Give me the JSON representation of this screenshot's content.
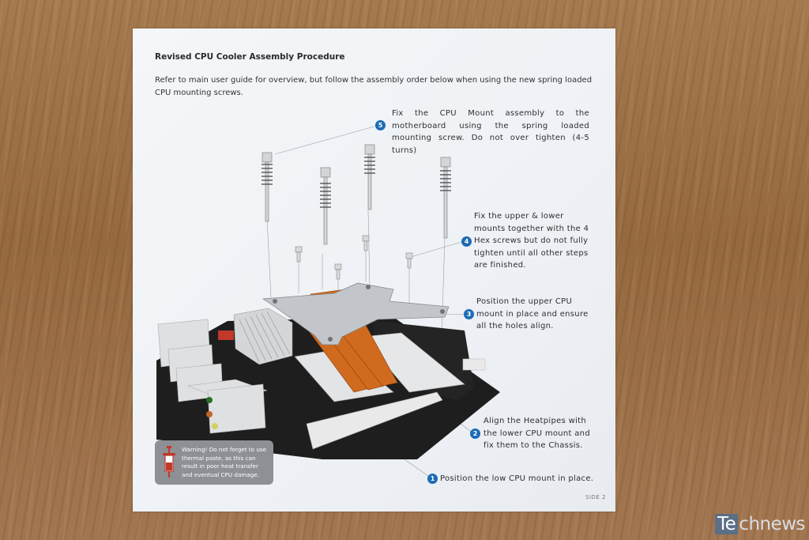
{
  "document": {
    "title": "Revised CPU Cooler Assembly Procedure",
    "intro": "Refer to main user guide for overview, but follow the assembly order below when using the new spring loaded CPU mounting screws.",
    "steps": [
      {
        "number": "5",
        "text": "Fix the CPU Mount assembly to the motherboard using the spring loaded mounting screw. Do not over tighten (4-5 turns)"
      },
      {
        "number": "4",
        "text": "Fix the upper & lower mounts together with the 4 Hex screws but do not fully tighten until all other steps are finished."
      },
      {
        "number": "3",
        "text": "Position the upper CPU mount in place and ensure all the holes align."
      },
      {
        "number": "2",
        "text": "Align the Heatpipes with the lower CPU mount and fix them to the Chassis."
      },
      {
        "number": "1",
        "text": "Position the low CPU mount in place."
      }
    ],
    "warning": "Warning! Do not forget to use thermal paste, as this can result in poor heat transfer and eventual CPU damage.",
    "side_label": "SIDE 2"
  },
  "watermark": {
    "prefix": "Te",
    "rest": "chnews"
  },
  "colors": {
    "accent_blue": "#1c6bb5",
    "copper": "#d06a1e",
    "board": "#1e1e1e",
    "wood": "#9a6f44"
  },
  "icons": {
    "warning": "syringe-icon"
  }
}
